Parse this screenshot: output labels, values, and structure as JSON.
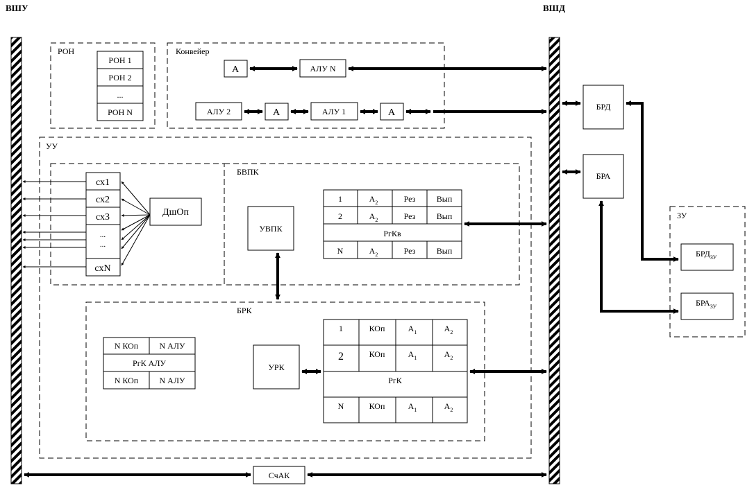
{
  "labels": {
    "vshu": "ВШУ",
    "vshd": "ВШД",
    "ron_group": "РОН",
    "conveyor_group": "Конвейер",
    "uu_group": "УУ",
    "bvpk_group": "БВПК",
    "brk_group": "БРК",
    "zu_group": "ЗУ"
  },
  "ron": {
    "items": [
      "РОН 1",
      "РОН 2",
      "...",
      "РОН N"
    ]
  },
  "conveyor": {
    "a_top": "А",
    "alu_n": "АЛУ N",
    "alu_2": "АЛУ 2",
    "a_mid1": "А",
    "alu_1": "АЛУ 1",
    "a_mid2": "А"
  },
  "decoder": {
    "schemes": [
      "сх1",
      "сх2",
      "сх3",
      "...",
      "...",
      "схN"
    ],
    "dshop": "ДшОп"
  },
  "uvpk": "УВПК",
  "rgkv_table": {
    "row1": [
      "1",
      "А",
      "2",
      "Рез",
      "Вып"
    ],
    "row2": [
      "2",
      "А",
      "2",
      "Рез",
      "Вып"
    ],
    "middle": "РгКв",
    "rowN": [
      "N",
      "А",
      "2",
      "Рез",
      "Вып"
    ]
  },
  "rgk_alu": {
    "top": [
      "N КОп",
      "N АЛУ"
    ],
    "middle": "РгК АЛУ",
    "bottom": [
      "N КОп",
      "N АЛУ"
    ]
  },
  "urk": "УРК",
  "rgk_table": {
    "row1": [
      "1",
      "КОп",
      "А",
      "1",
      "А",
      "2"
    ],
    "row2": [
      "2",
      "КОп",
      "А",
      "1",
      "А",
      "2"
    ],
    "middle": "РгК",
    "rowN": [
      "N",
      "КОп",
      "А",
      "1",
      "А",
      "2"
    ]
  },
  "brd": "БРД",
  "bra": "БРА",
  "zu": {
    "brd_base": "БРД",
    "brd_sub": "ЗУ",
    "bra_base": "БРА",
    "bra_sub": "ЗУ"
  },
  "schak": "СчАК"
}
